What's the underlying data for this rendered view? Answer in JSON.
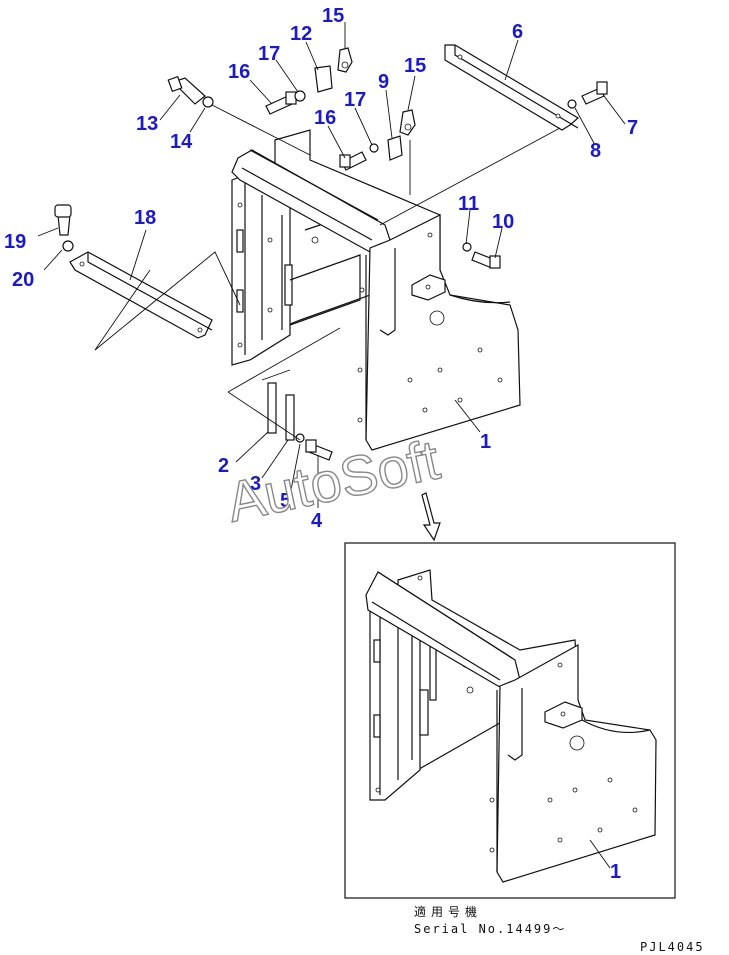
{
  "callouts": {
    "c1": "1",
    "c1b": "1",
    "c2": "2",
    "c3": "3",
    "c4": "4",
    "c5": "5",
    "c6": "6",
    "c7": "7",
    "c8": "8",
    "c9": "9",
    "c10": "10",
    "c11": "11",
    "c12": "12",
    "c13": "13",
    "c14": "14",
    "c15a": "15",
    "c15b": "15",
    "c16a": "16",
    "c16b": "16",
    "c17a": "17",
    "c17b": "17",
    "c18": "18",
    "c19": "19",
    "c20": "20"
  },
  "watermark": "AutoSoft",
  "footer": {
    "serial_heading": "適用号機",
    "serial_label": "Serial No.14499～",
    "drawing_code": "PJL4045"
  },
  "colors": {
    "callout": "#1a1acc",
    "line": "#111111",
    "background": "#ffffff"
  }
}
